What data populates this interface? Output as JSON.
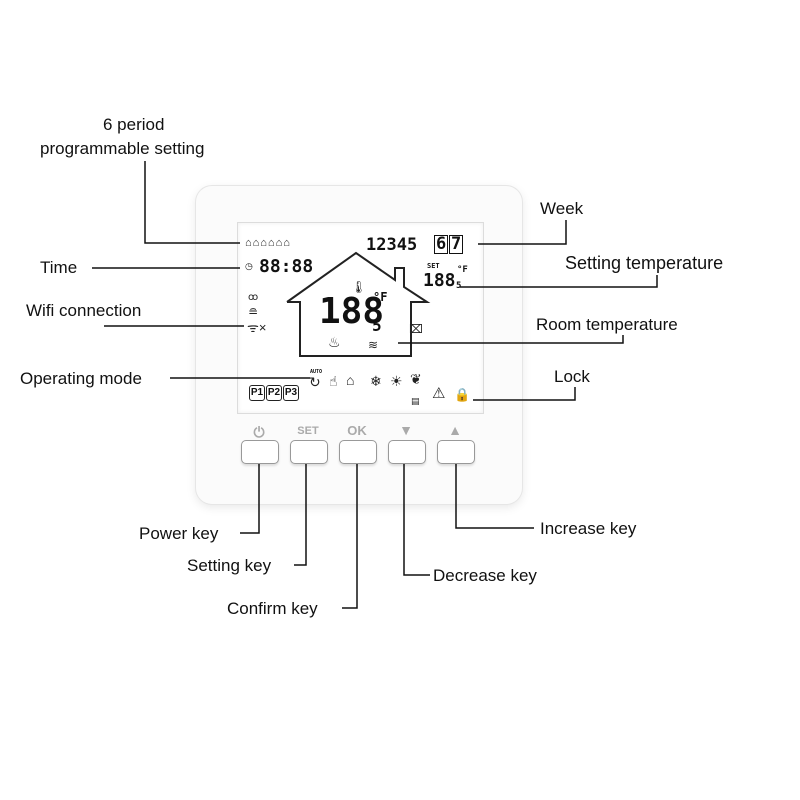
{
  "labels": {
    "period_line1": "6 period",
    "period_line2": "programmable setting",
    "time": "Time",
    "wifi": "Wifi connection",
    "operating_mode": "Operating mode",
    "week": "Week",
    "setting_temperature": "Setting temperature",
    "room_temperature": "Room temperature",
    "lock": "Lock",
    "power_key": "Power key",
    "setting_key": "Setting key",
    "confirm_key": "Confirm key",
    "decrease_key": "Decrease key",
    "increase_key": "Increase key"
  },
  "display": {
    "week_digits": "12345",
    "week_boxed_6": "6",
    "week_boxed_7": "7",
    "time_digits": "88:88",
    "set_label": "SET",
    "set_temp": "188",
    "set_temp_decimal": "5",
    "unit": "°F",
    "room_temp": "188",
    "room_temp_decimal": "5",
    "auto_label": "AUTO",
    "program_1": "P1",
    "program_2": "P2",
    "program_3": "P3"
  },
  "keys": {
    "power_cap": "⏻",
    "set_cap": "SET",
    "ok_cap": "OK",
    "down_cap": "▼",
    "up_cap": "▲"
  },
  "icons": {
    "power": "power-icon",
    "lock": "lock-icon",
    "warning": "warning-icon",
    "snowflake": "snowflake-icon",
    "sun": "sun-icon",
    "leaf": "leaf-icon",
    "wifi": "wifi-icon",
    "hand": "hand-icon",
    "thermometer": "thermometer-icon"
  },
  "colors": {
    "line": "#111111",
    "key_glyph": "#aaaaaa"
  }
}
